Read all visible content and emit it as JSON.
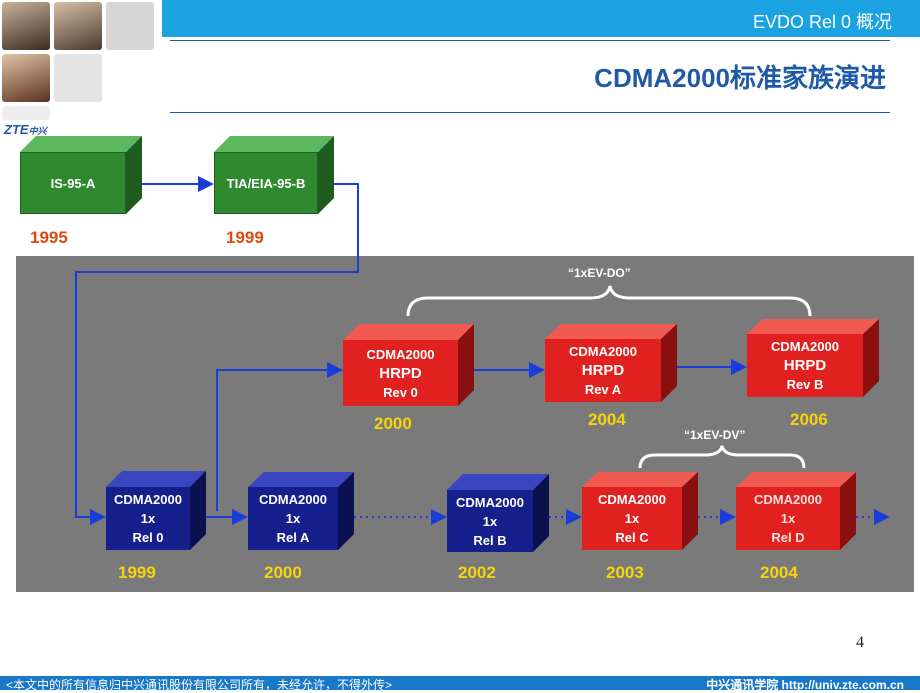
{
  "header": {
    "title": "EVDO Rel 0 概况"
  },
  "slide": {
    "title": "CDMA2000标准家族演进",
    "page_number": "4"
  },
  "logo": {
    "brand": "ZTE",
    "brand_zh": "中兴"
  },
  "nodes": {
    "is95a": {
      "line1": "IS-95-A"
    },
    "tia95b": {
      "line1": "TIA/EIA-95-B"
    },
    "hrpd0": {
      "line1": "CDMA2000",
      "line2": "HRPD",
      "line3": "Rev 0"
    },
    "hrpdA": {
      "line1": "CDMA2000",
      "line2": "HRPD",
      "line3": "Rev A"
    },
    "hrpdB": {
      "line1": "CDMA2000",
      "line2": "HRPD",
      "line3": "Rev B"
    },
    "rel0": {
      "line1": "CDMA2000",
      "line2": "1x",
      "line3": "Rel 0"
    },
    "relA": {
      "line1": "CDMA2000",
      "line2": "1x",
      "line3": "Rel A"
    },
    "relB": {
      "line1": "CDMA2000",
      "line2": "1x",
      "line3": "Rel B"
    },
    "relC": {
      "line1": "CDMA2000",
      "line2": "1x",
      "line3": "Rel C"
    },
    "relD": {
      "line1": "CDMA2000",
      "line2": "1x",
      "line3": "Rel D"
    }
  },
  "years": {
    "is95a": "1995",
    "tia95b": "1999",
    "hrpd0": "2000",
    "hrpdA": "2004",
    "hrpdB": "2006",
    "rel0": "1999",
    "relA": "2000",
    "relB": "2002",
    "relC": "2003",
    "relD": "2004"
  },
  "braces": {
    "evdo": "“1xEV-DO”",
    "evdv": "“1xEV-DV”"
  },
  "footer": {
    "left": "<本文中的所有信息归中兴通讯股份有限公司所有，未经允许，不得外传>",
    "right": "中兴通讯学院   http://univ.zte.com.cn"
  },
  "colors": {
    "accent": "#1f5aa6",
    "header": "#1aa3e0",
    "red": "#e0211f",
    "blue": "#16208c",
    "green": "#2f8a2f",
    "year_red": "#e04a10",
    "year_yellow": "#f5d50a"
  }
}
